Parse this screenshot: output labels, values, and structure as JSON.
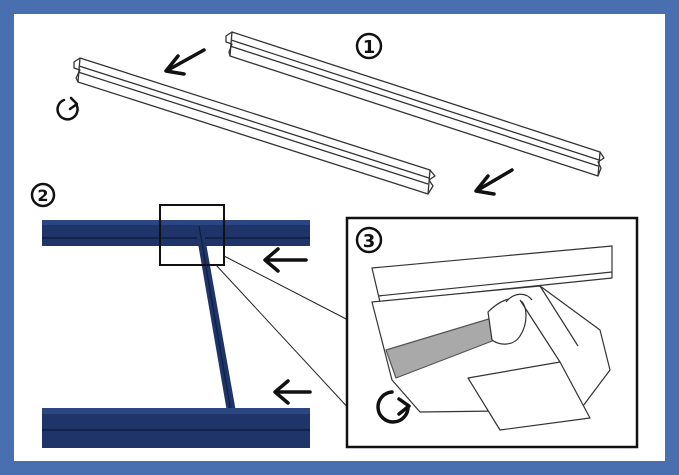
{
  "colors": {
    "border": "#4a6fb1",
    "beam": "#1f3569",
    "beam_edge": "#0f1d40",
    "line": "#333333",
    "rod": "#a9a9a9"
  },
  "steps": [
    {
      "label": "1"
    },
    {
      "label": "2"
    },
    {
      "label": "3"
    }
  ],
  "icons": [
    "arrow-left-down-icon",
    "arrow-left-icon",
    "rotate-icon"
  ]
}
